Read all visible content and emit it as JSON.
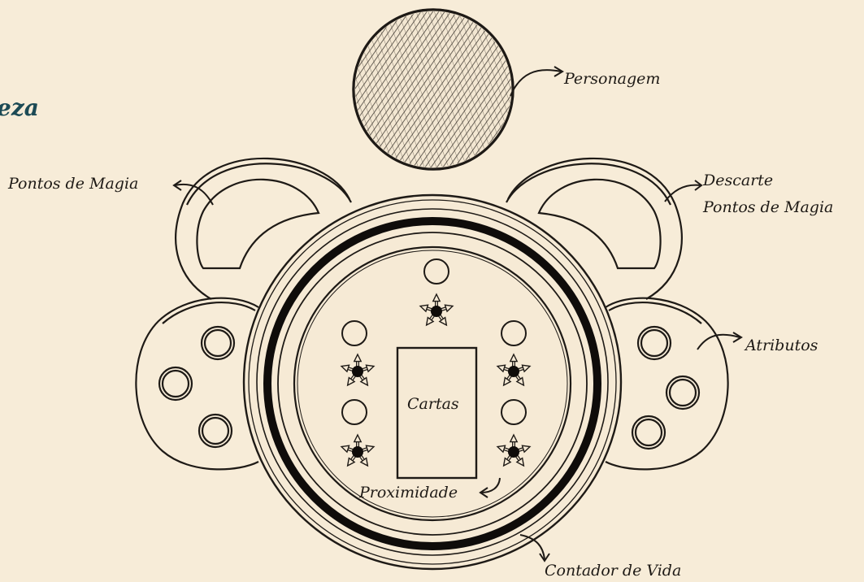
{
  "title_fragment": "eza",
  "labels": {
    "personagem": "Personagem",
    "pontos_magia_left": "Pontos de Magia",
    "descarte": "Descarte",
    "pontos_magia_right": "Pontos de Magia",
    "atributos": "Atributos",
    "cartas": "Cartas",
    "proximidade": "Proximidade",
    "contador_vida": "Contador de Vida"
  },
  "colors": {
    "background": "#f7ecd8",
    "ink": "#1e1a16",
    "title": "#1c4a55"
  }
}
